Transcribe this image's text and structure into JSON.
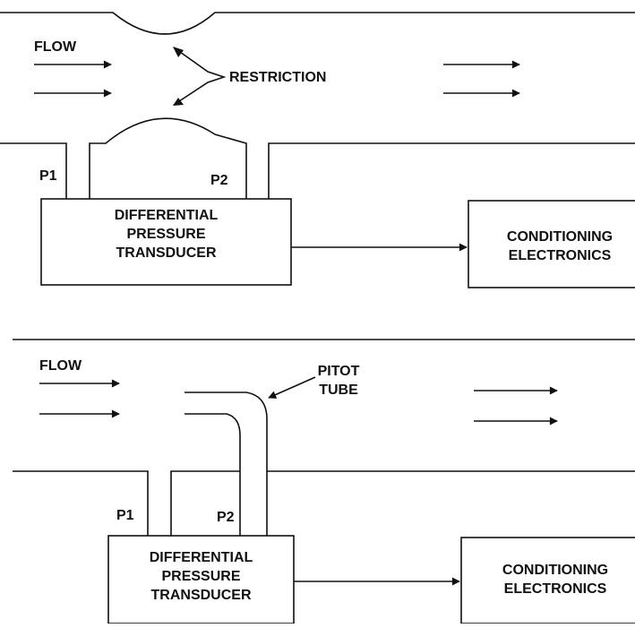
{
  "diagram_a": {
    "flow_label": "FLOW",
    "restriction_label": "RESTRICTION",
    "p1_label": "P1",
    "p2_label": "P2",
    "transducer_lines": [
      "DIFFERENTIAL",
      "PRESSURE",
      "TRANSDUCER"
    ],
    "electronics_lines": [
      "CONDITIONING",
      "ELECTRONICS"
    ]
  },
  "diagram_b": {
    "flow_label": "FLOW",
    "pitot_lines": [
      "PITOT",
      "TUBE"
    ],
    "p1_label": "P1",
    "p2_label": "P2",
    "transducer_lines": [
      "DIFFERENTIAL",
      "PRESSURE",
      "TRANSDUCER"
    ],
    "electronics_lines": [
      "CONDITIONING",
      "ELECTRONICS"
    ]
  }
}
